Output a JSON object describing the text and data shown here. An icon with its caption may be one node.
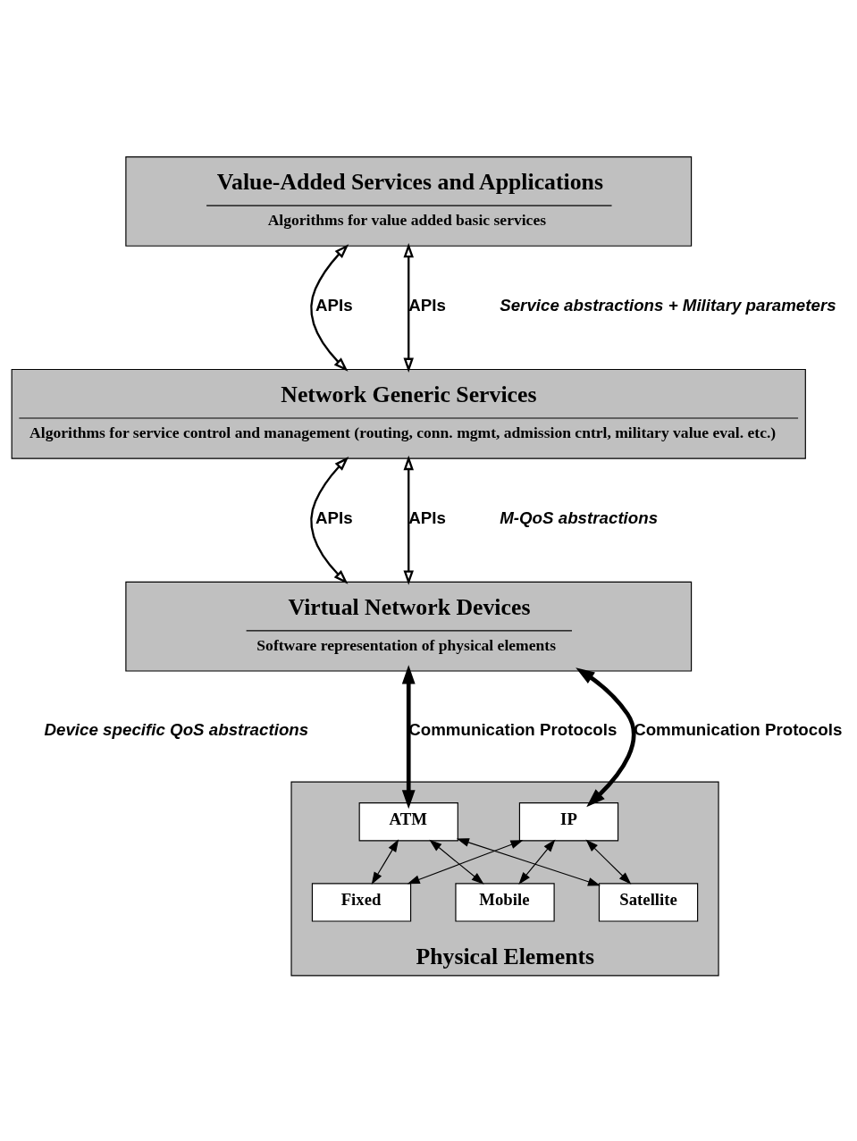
{
  "diagram": {
    "nodes": [
      {
        "text": [
          "Value-Added Services and Applications",
          "Algorithms for value added basic services"
        ]
      },
      {
        "text": [
          "Network Generic Services",
          "Algorithms for service control and management (routing, conn. mgmt, admission cntrl, military value eval. etc.)"
        ]
      },
      {
        "text": [
          "Virtual Network Devices",
          "Software representation of physical elements"
        ]
      },
      {
        "text": [
          "Physical Elements"
        ]
      },
      {
        "text": [
          "ATM"
        ],
        "in": 3
      },
      {
        "text": [
          "IP"
        ],
        "in": 3
      },
      {
        "text": [
          "Fixed"
        ],
        "in": 3
      },
      {
        "text": [
          "Mobile"
        ],
        "in": 3
      },
      {
        "text": [
          "Satellite"
        ],
        "in": 3
      }
    ],
    "edges": [
      {
        "from": 0,
        "to": 1,
        "arrow": "both",
        "label": "APIs"
      },
      {
        "from": 0,
        "to": 1,
        "arrow": "both",
        "label": "APIs"
      },
      {
        "from": 1,
        "to": 2,
        "arrow": "both",
        "label": "APIs"
      },
      {
        "from": 1,
        "to": 2,
        "arrow": "both",
        "label": "APIs"
      },
      {
        "from": 2,
        "to": 4,
        "arrow": "both",
        "label": "Communication Protocols",
        "style": "thick"
      },
      {
        "from": 2,
        "to": 5,
        "arrow": "both",
        "label": "Communication Protocols",
        "style": "thick"
      },
      {
        "from": 4,
        "to": 6,
        "arrow": "both"
      },
      {
        "from": 4,
        "to": 7,
        "arrow": "both"
      },
      {
        "from": 4,
        "to": 8,
        "arrow": "both"
      },
      {
        "from": 5,
        "to": 6,
        "arrow": "both"
      },
      {
        "from": 5,
        "to": 7,
        "arrow": "both"
      },
      {
        "from": 5,
        "to": 8,
        "arrow": "both"
      }
    ],
    "labels": [
      "Service abstractions + Military parameters",
      "M-QoS abstractions",
      "Device specific QoS abstractions"
    ]
  }
}
